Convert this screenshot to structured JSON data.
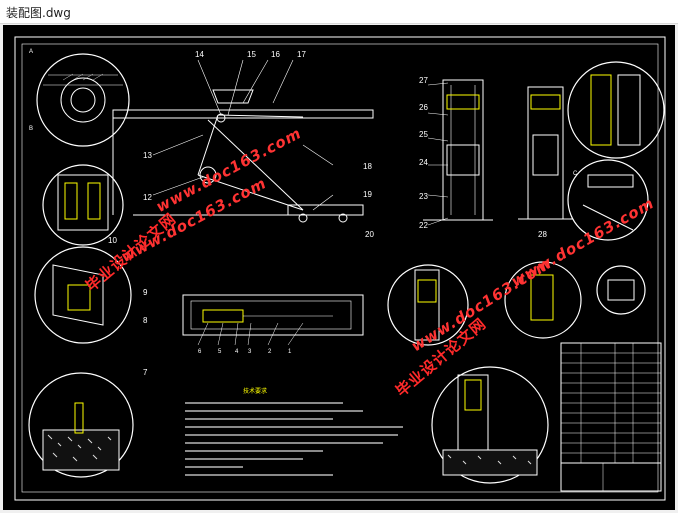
{
  "window": {
    "title": "装配图.dwg"
  },
  "colors": {
    "background": "#000000",
    "lines": "#ffffff",
    "cyan": "#00ffff",
    "yellow": "#ffff00",
    "watermark": "#ff2a2a"
  },
  "watermarks": {
    "cn_text": "毕业设计论文网",
    "url_text": "www.doc163.com"
  },
  "part_numbers": {
    "n14": "14",
    "n15": "15",
    "n16": "16",
    "n17": "17",
    "n13": "13",
    "n12": "12",
    "n18": "18",
    "n19": "19",
    "n27": "27",
    "n26": "26",
    "n25": "25",
    "n24": "24",
    "n23": "23",
    "n22": "22",
    "n10": "10",
    "n9": "9",
    "n8": "8",
    "n7": "7",
    "n20": "20",
    "n28": "28",
    "n6": "6",
    "n5": "5",
    "n4": "4",
    "n3": "3",
    "n2": "2",
    "n1": "1"
  },
  "section_marks": {
    "a": "A",
    "b": "B",
    "c": "C"
  },
  "notes_title": "技术要求"
}
